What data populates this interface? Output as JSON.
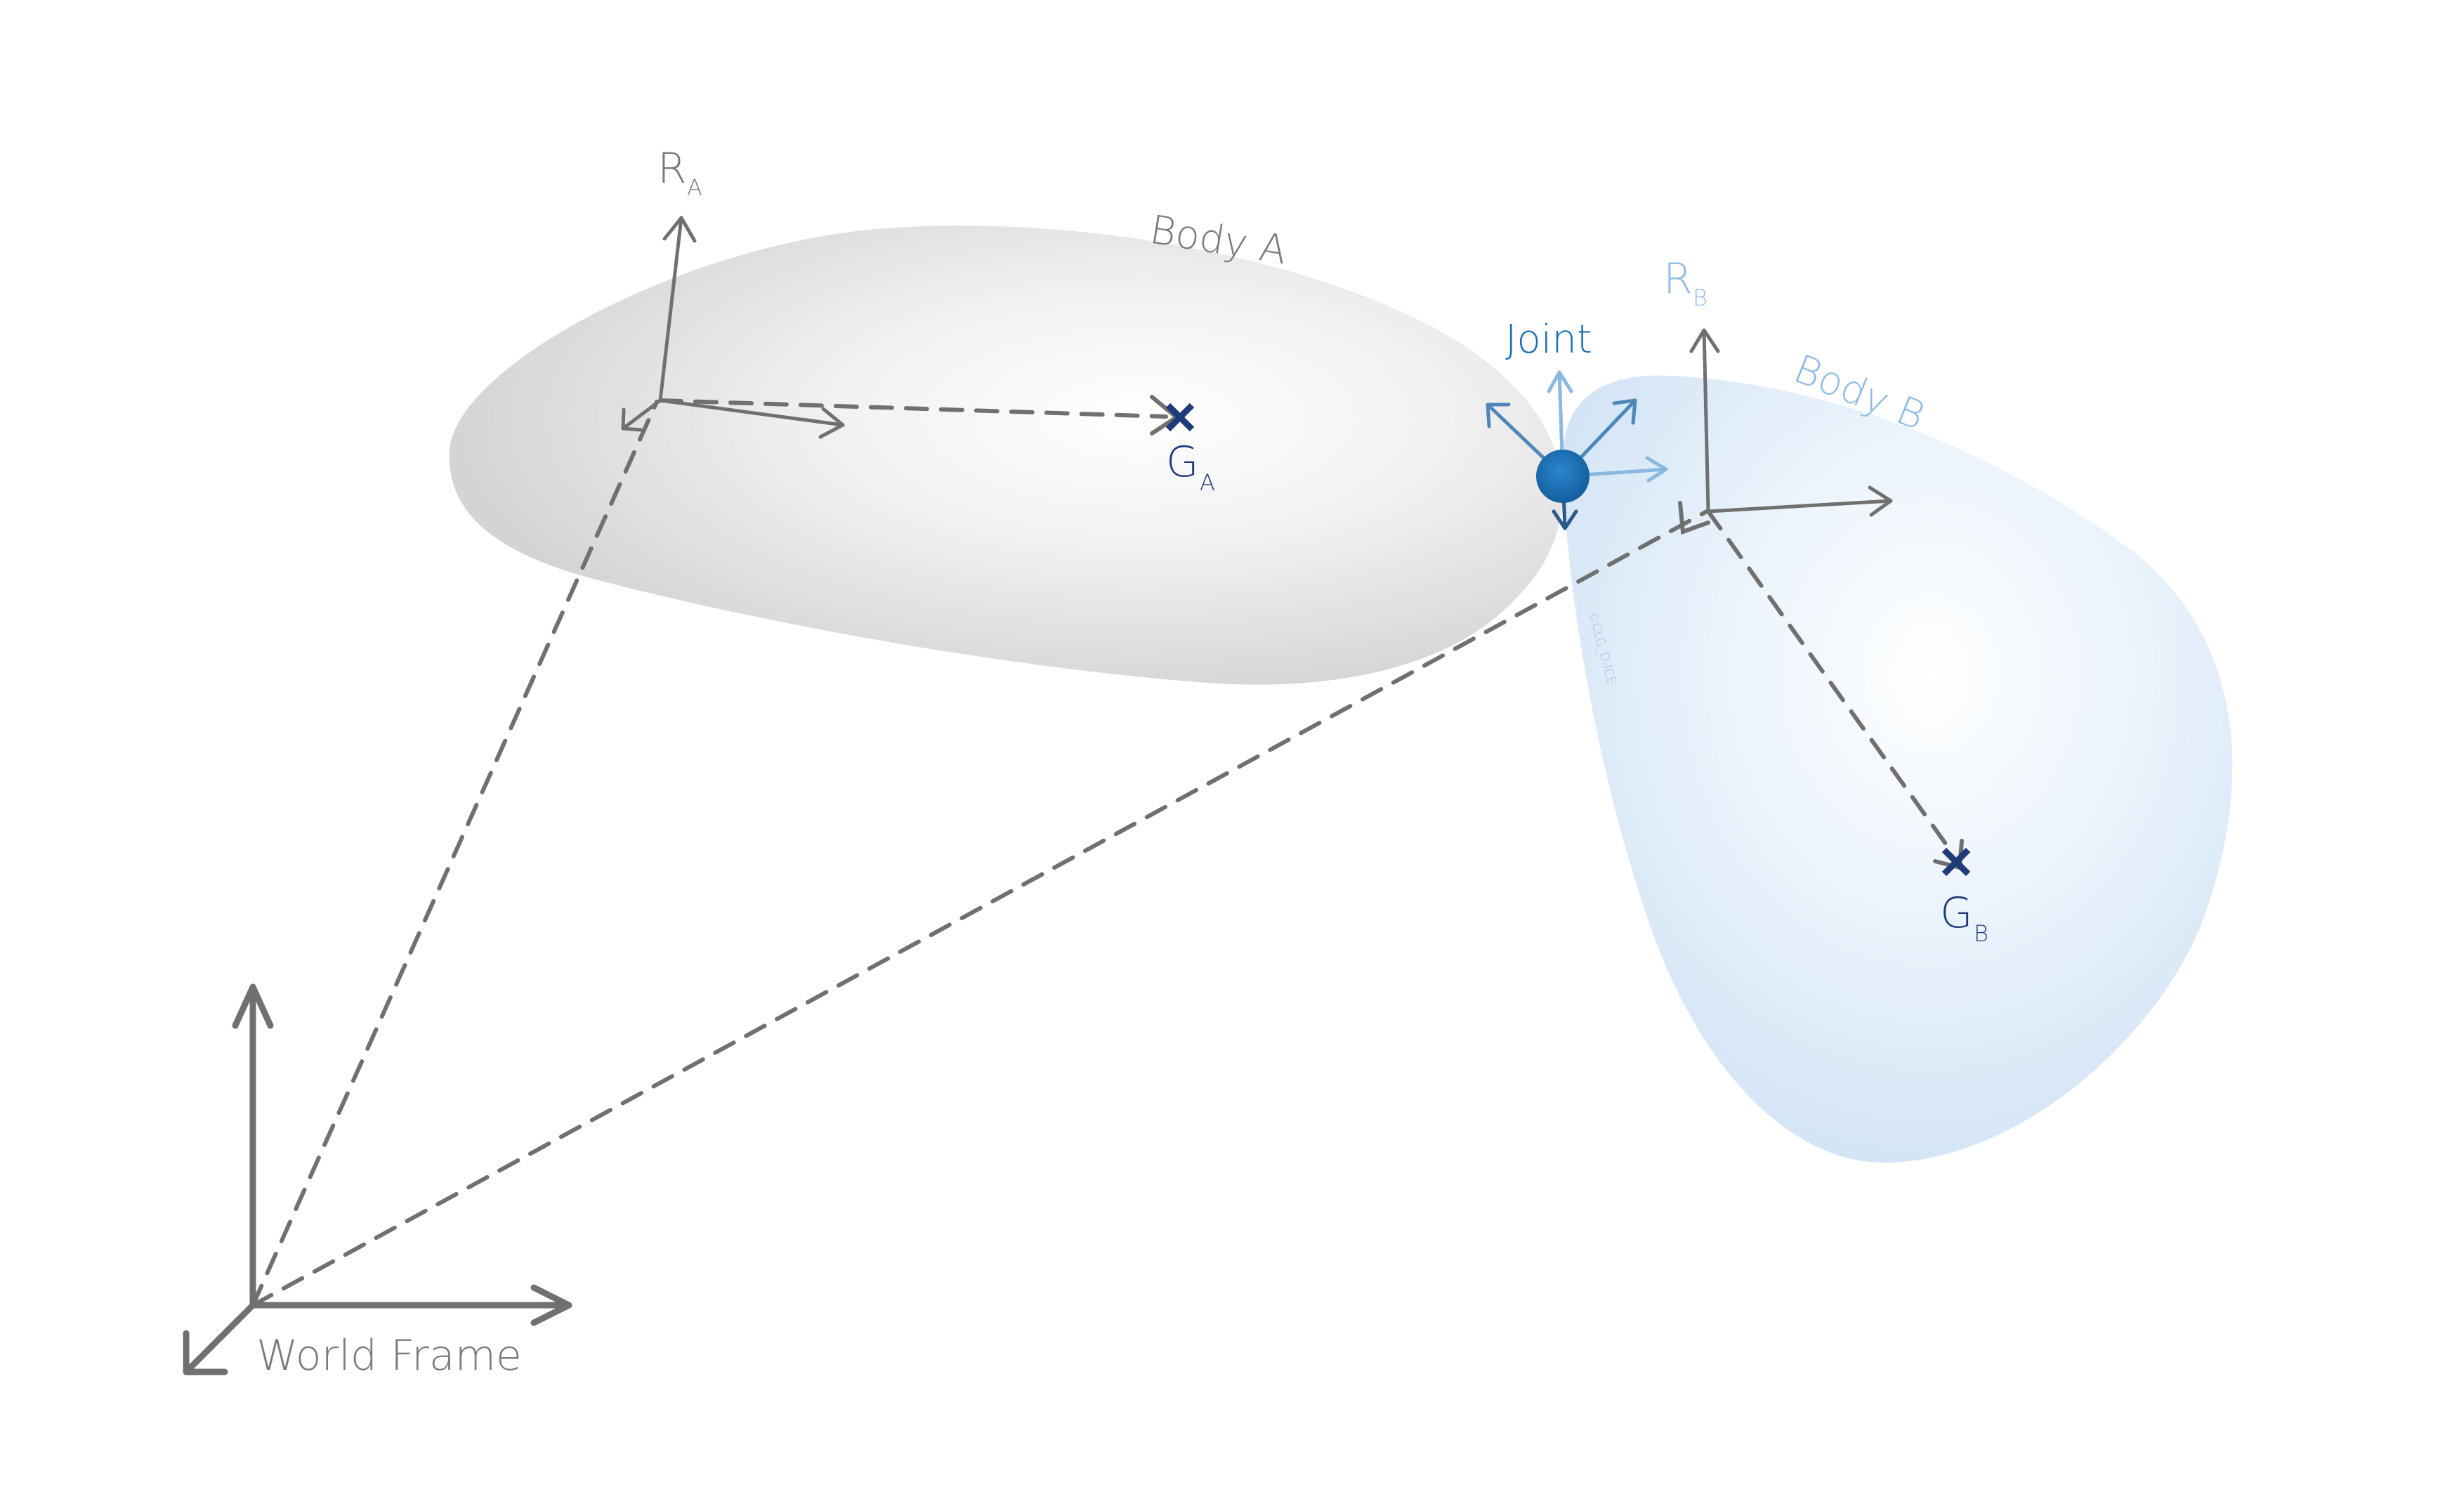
{
  "labels": {
    "body_a": "Body A",
    "body_b": "Body B",
    "joint": "Joint",
    "world_frame": "World Frame",
    "ref_a": "R",
    "ref_a_sub": "A",
    "ref_b": "R",
    "ref_b_sub": "B",
    "com_a": "G",
    "com_a_sub": "A",
    "com_b": "G",
    "com_b_sub": "B",
    "watermark": "©CLG_D-ICE"
  },
  "colors": {
    "arrow_gray": "#707070",
    "body_a_fill": "#d8d8d8",
    "body_b_fill": "#d3e5f6",
    "joint_blue": "#1a6fb5",
    "joint_axis_light": "#8ab8e0",
    "joint_axis_mid": "#4d86b8",
    "joint_axis_dark": "#2a5a88",
    "label_body_b": "#8fbce6",
    "marker_navy": "#1f3b7a",
    "label_gray": "#7a7a7a"
  }
}
